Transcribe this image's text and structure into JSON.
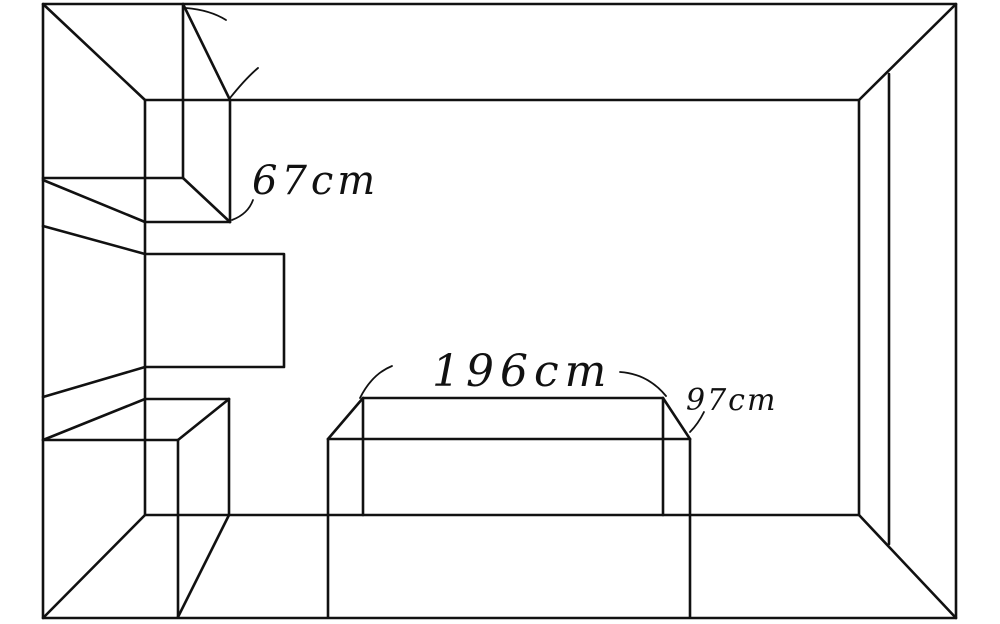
{
  "diagram": {
    "line_color": "#111111",
    "background": "#ffffff",
    "labels": {
      "shelf_height": "67cm",
      "sofa_width": "196cm",
      "sofa_depth": "97cm"
    }
  }
}
